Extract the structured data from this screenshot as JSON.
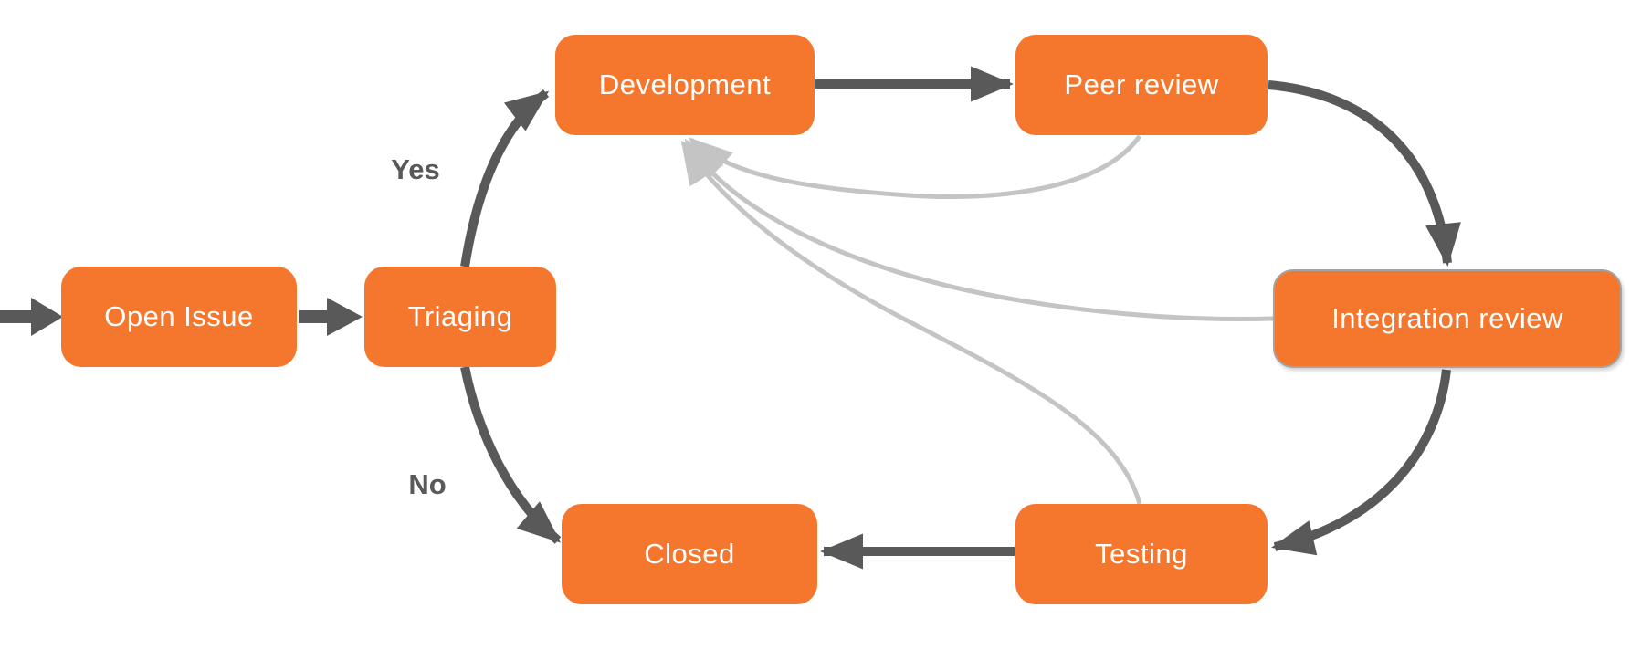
{
  "diagram": {
    "nodes": [
      {
        "id": "open-issue",
        "label": "Open Issue"
      },
      {
        "id": "triaging",
        "label": "Triaging"
      },
      {
        "id": "development",
        "label": "Development"
      },
      {
        "id": "peer-review",
        "label": "Peer review"
      },
      {
        "id": "integration-review",
        "label": "Integration review"
      },
      {
        "id": "testing",
        "label": "Testing"
      },
      {
        "id": "closed",
        "label": "Closed"
      }
    ],
    "edge_labels": {
      "yes": "Yes",
      "no": "No"
    },
    "edges": [
      {
        "from": "start",
        "to": "open-issue",
        "style": "dark",
        "label": ""
      },
      {
        "from": "open-issue",
        "to": "triaging",
        "style": "dark",
        "label": ""
      },
      {
        "from": "triaging",
        "to": "development",
        "style": "dark",
        "label": "Yes"
      },
      {
        "from": "triaging",
        "to": "closed",
        "style": "dark",
        "label": "No"
      },
      {
        "from": "development",
        "to": "peer-review",
        "style": "dark",
        "label": ""
      },
      {
        "from": "peer-review",
        "to": "integration-review",
        "style": "dark",
        "label": ""
      },
      {
        "from": "integration-review",
        "to": "testing",
        "style": "dark",
        "label": ""
      },
      {
        "from": "testing",
        "to": "closed",
        "style": "dark",
        "label": ""
      },
      {
        "from": "peer-review",
        "to": "development",
        "style": "light",
        "label": ""
      },
      {
        "from": "integration-review",
        "to": "development",
        "style": "light",
        "label": ""
      },
      {
        "from": "testing",
        "to": "development",
        "style": "light",
        "label": ""
      }
    ],
    "colors": {
      "node_fill": "#F5772E",
      "node_text": "#FFFFFF",
      "edge_dark": "#595959",
      "edge_light": "#C4C4C4",
      "selected_border": "#A3A3A3",
      "background": "#FFFFFF"
    }
  }
}
